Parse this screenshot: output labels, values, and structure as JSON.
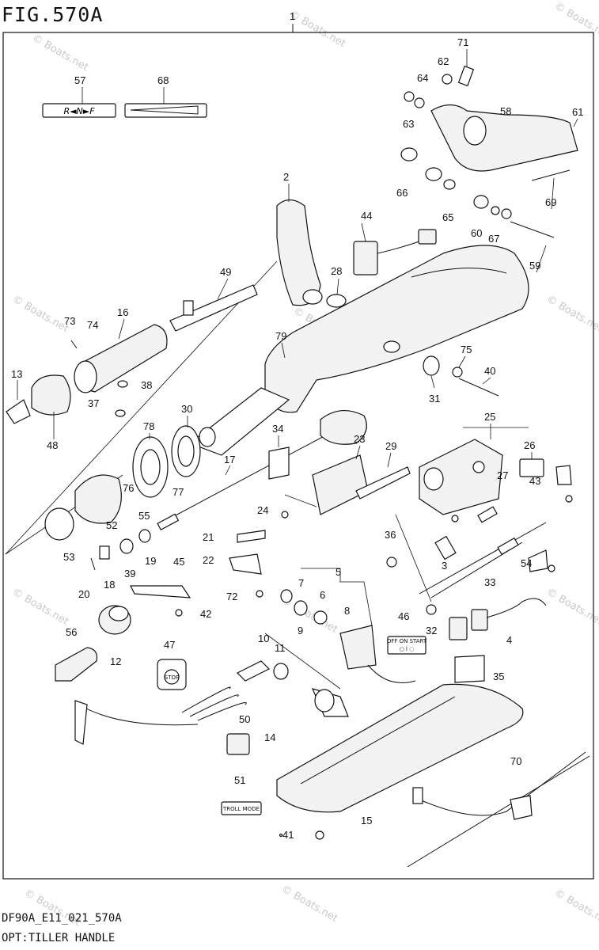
{
  "figure": {
    "title": "FIG.570A",
    "diagram_code": "DF90A_E11_021_570A",
    "diagram_name": "OPT:TILLER HANDLE"
  },
  "watermark": "© Boats.net",
  "decals": {
    "shift_decal": "R◄N►F",
    "stop_decal": "STOP",
    "switch_decal": "OFF ON START",
    "troll_decal": "TROLL MODE"
  },
  "part_numbers": [
    "1",
    "2",
    "3",
    "4",
    "5",
    "6",
    "7",
    "8",
    "9",
    "10",
    "11",
    "12",
    "13",
    "14",
    "15",
    "16",
    "17",
    "18",
    "19",
    "20",
    "21",
    "22",
    "23",
    "24",
    "25",
    "26",
    "27",
    "28",
    "29",
    "30",
    "31",
    "32",
    "33",
    "34",
    "35",
    "36",
    "37",
    "38",
    "39",
    "40",
    "41",
    "42",
    "43",
    "44",
    "45",
    "46",
    "47",
    "48",
    "49",
    "50",
    "51",
    "52",
    "53",
    "54",
    "55",
    "56",
    "57",
    "58",
    "59",
    "60",
    "61",
    "62",
    "63",
    "64",
    "65",
    "66",
    "67",
    "68",
    "69",
    "70",
    "71",
    "72",
    "73",
    "74",
    "75",
    "76",
    "77",
    "78",
    "79"
  ]
}
